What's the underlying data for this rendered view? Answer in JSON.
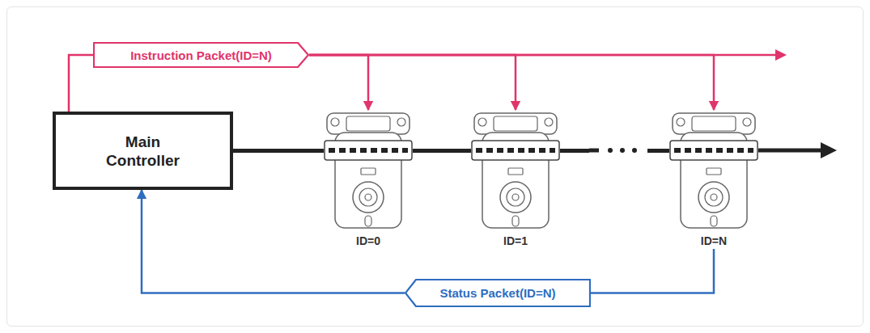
{
  "diagram": {
    "nodes": [
      {
        "text": [
          "Main Controller"
        ]
      },
      {
        "text": [
          "Instruction Packet(ID=N)"
        ]
      },
      {
        "text": [
          "ID=0"
        ]
      },
      {
        "text": [
          "ID=1"
        ]
      },
      {
        "text": [
          "ID=N"
        ]
      },
      {
        "text": [
          "Status Packet(ID=N)"
        ]
      }
    ],
    "edges": [
      {
        "from": 0,
        "to": 1,
        "arrow": "none"
      },
      {
        "from": 1,
        "to": 2,
        "arrow": "to"
      },
      {
        "from": 1,
        "to": 3,
        "arrow": "to"
      },
      {
        "from": 1,
        "to": 4,
        "arrow": "to"
      },
      {
        "from": 0,
        "to": 2,
        "arrow": "none"
      },
      {
        "from": 2,
        "to": 3,
        "arrow": "none"
      },
      {
        "from": 3,
        "to": 4,
        "arrow": "none"
      },
      {
        "from": 4,
        "to": 5,
        "arrow": "none"
      },
      {
        "from": 5,
        "to": 0,
        "arrow": "to"
      }
    ]
  }
}
